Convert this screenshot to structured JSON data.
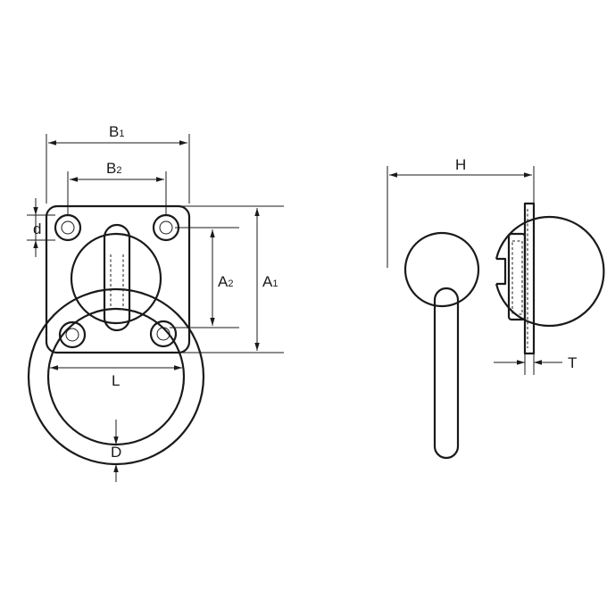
{
  "labels": {
    "B1": {
      "main": "B",
      "sub": "1"
    },
    "B2": {
      "main": "B",
      "sub": "2"
    },
    "A1": {
      "main": "A",
      "sub": "1"
    },
    "A2": {
      "main": "A",
      "sub": "2"
    },
    "d": "d",
    "L": "L",
    "D": "D",
    "H": "H",
    "T": "T"
  }
}
